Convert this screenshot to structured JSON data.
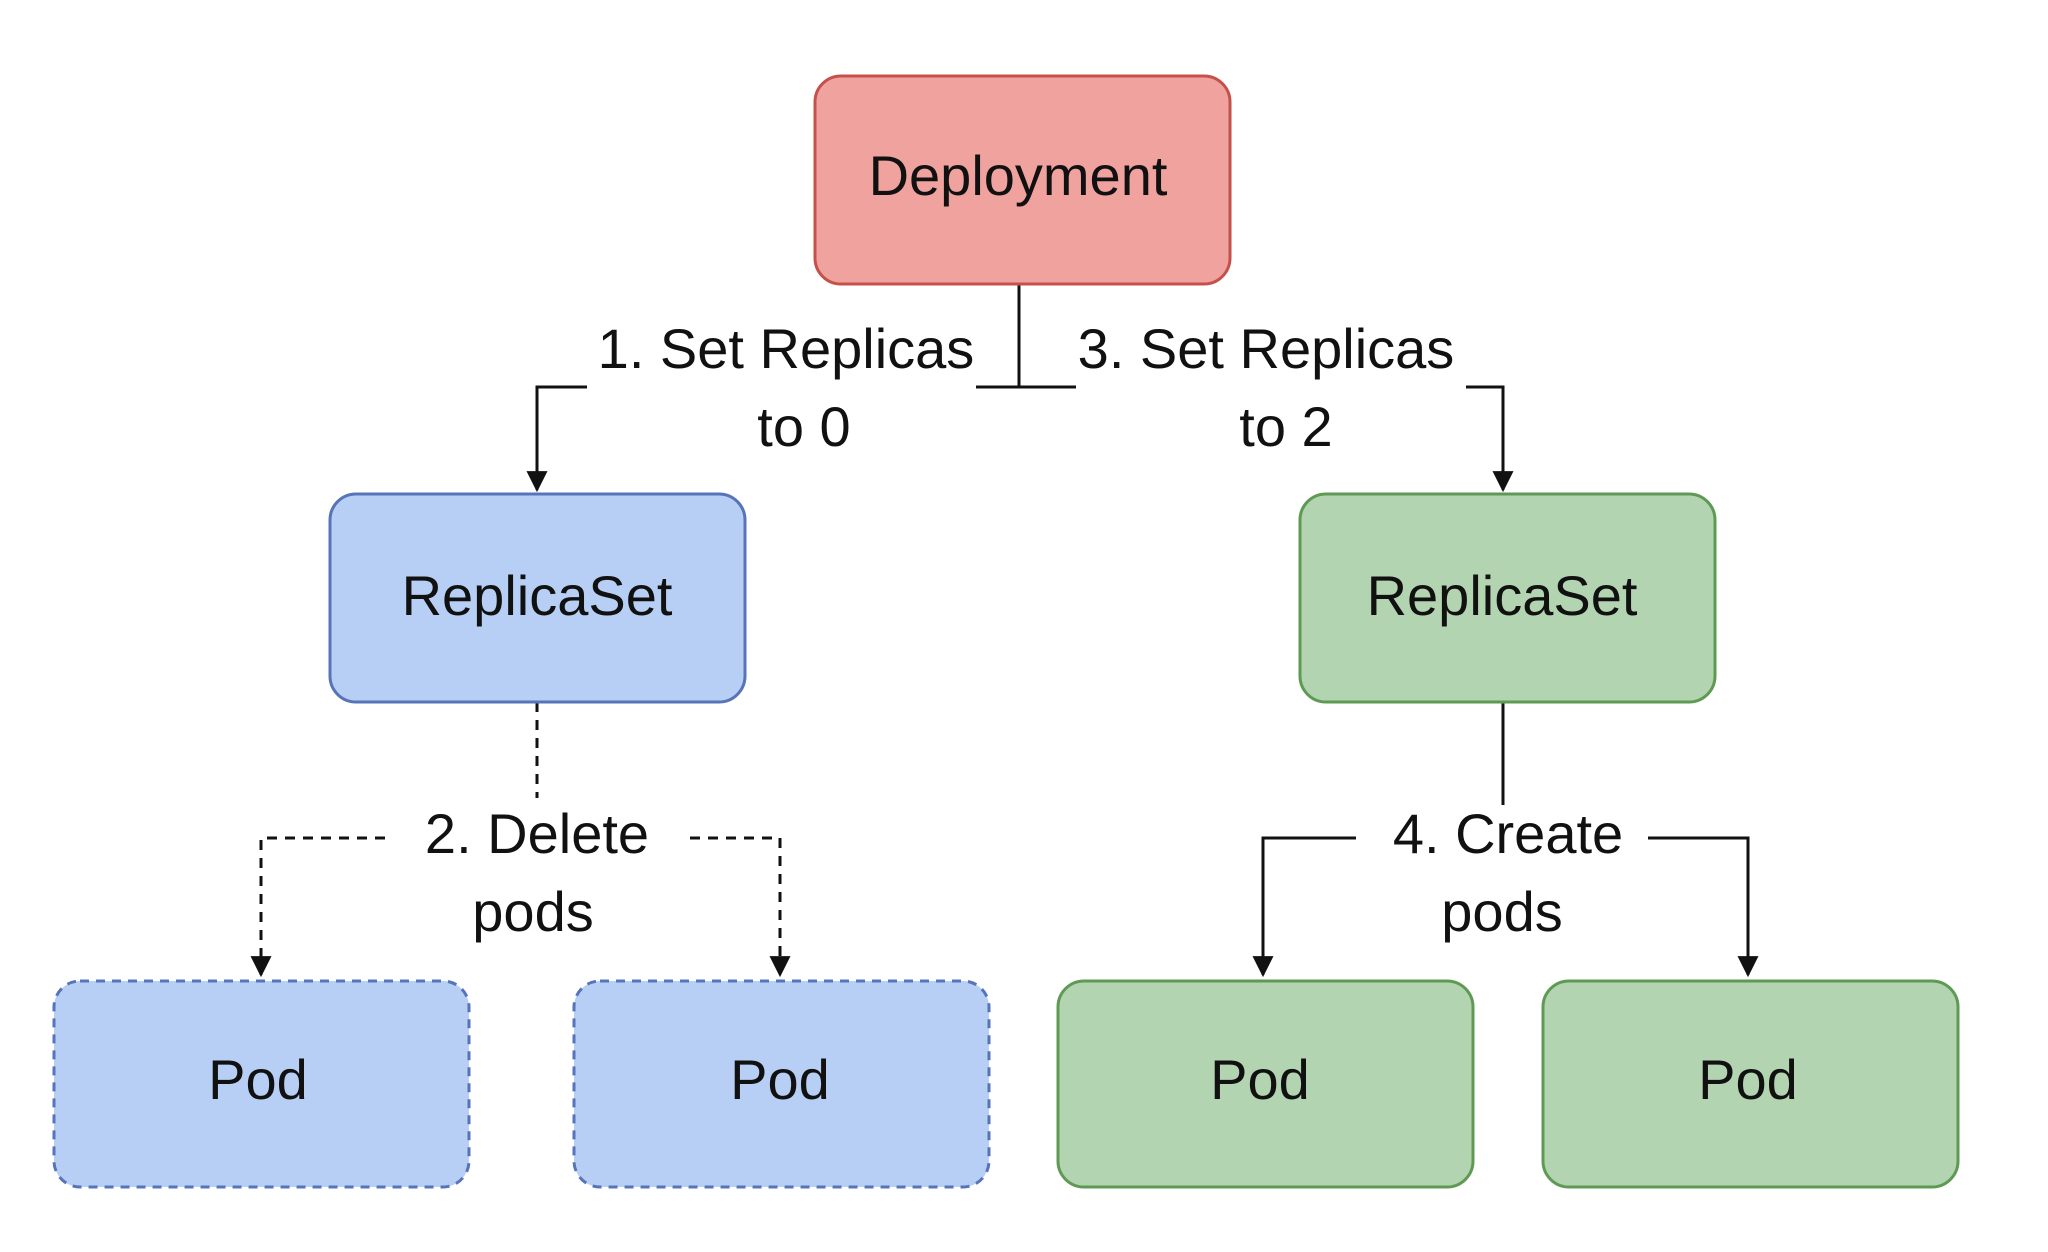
{
  "nodes": {
    "deployment": {
      "label": "Deployment"
    },
    "replicaset_old": {
      "label": "ReplicaSet"
    },
    "replicaset_new": {
      "label": "ReplicaSet"
    },
    "pod_old_1": {
      "label": "Pod"
    },
    "pod_old_2": {
      "label": "Pod"
    },
    "pod_new_1": {
      "label": "Pod"
    },
    "pod_new_2": {
      "label": "Pod"
    }
  },
  "edges": {
    "step1": {
      "line1": "1. Set Replicas",
      "line2": "to 0"
    },
    "step2": {
      "line1": "2. Delete",
      "line2": "pods"
    },
    "step3": {
      "line1": "3. Set Replicas",
      "line2": "to 2"
    },
    "step4": {
      "line1": "4. Create",
      "line2": "pods"
    }
  },
  "colors": {
    "deployment_fill": "#f0a39e",
    "deployment_stroke": "#c4514a",
    "old_fill": "#b7cff5",
    "old_stroke": "#5674b7",
    "new_fill": "#b3d4b0",
    "new_stroke": "#5f9a55",
    "line": "#111111"
  }
}
